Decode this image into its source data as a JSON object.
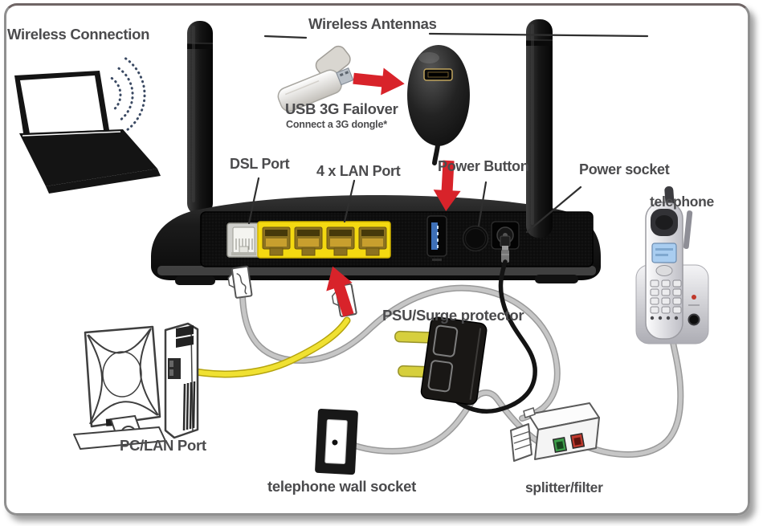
{
  "diagram": {
    "type": "router-setup-connection-diagram",
    "labels": {
      "wireless_connection": "Wireless Connection",
      "wireless_antennas": "Wireless Antennas",
      "usb_3g_failover": "USB 3G Failover",
      "usb_3g_note": "Connect a 3G dongle*",
      "dsl_port": "DSL Port",
      "lan_port": "4 x LAN Port",
      "power_button": "Power Button",
      "power_socket": "Power socket",
      "telephone": "telephone",
      "psu_surge": "PSU/Surge protector",
      "pc_lan_port": "PC/LAN Port",
      "telephone_wall_socket": "telephone wall socket",
      "splitter_filter": "splitter/filter"
    },
    "palette": {
      "arrow_red": "#d8232a",
      "lan_yellow": "#f4d911",
      "usb_blue": "#3e70b8",
      "cable_grey": "#c6c6c6",
      "cable_yellow": "#f0e132",
      "power_cord_black": "#141414",
      "psu_prong_yellow": "#d6cf3d",
      "splitter_green": "#3d9e4a",
      "splitter_red": "#c13a2e",
      "wifi_blue": "#3b4a63",
      "label_text": "#4b4b4d"
    }
  }
}
